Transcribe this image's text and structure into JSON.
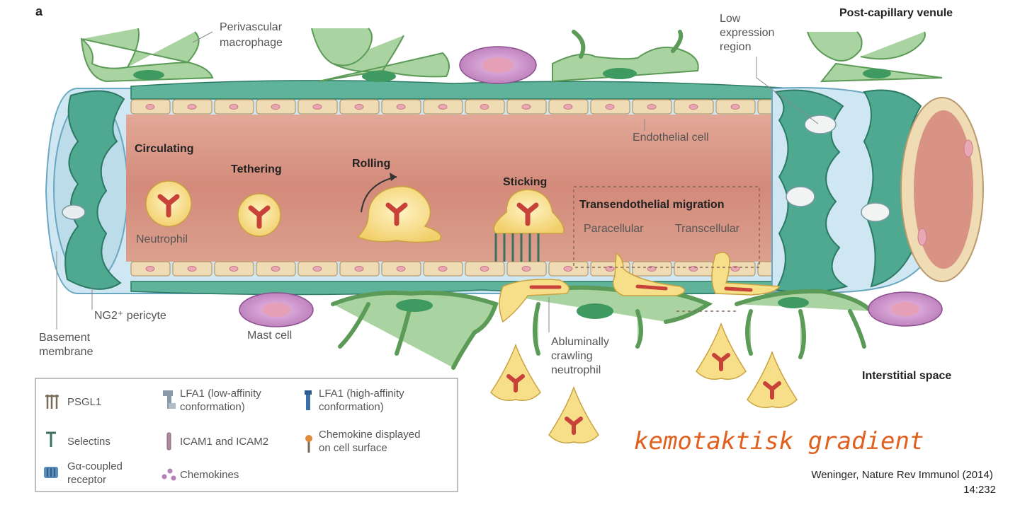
{
  "panel_letter": "a",
  "corner_labels": {
    "top_right": "Post-capillary venule",
    "bottom_right": "Interstitial space"
  },
  "callouts": {
    "perivascular_macrophage": [
      "Perivascular",
      "macrophage"
    ],
    "low_expression_region": [
      "Low",
      "expression",
      "region"
    ],
    "endothelial_cell": "Endothelial cell",
    "neutrophil": "Neutrophil",
    "ng2_pericyte": "NG2⁺ pericyte",
    "basement_membrane": [
      "Basement",
      "membrane"
    ],
    "mast_cell": "Mast cell",
    "abluminally_crawling_neutrophil": [
      "Abluminally",
      "crawling",
      "neutrophil"
    ]
  },
  "stages": {
    "circulating": "Circulating",
    "tethering": "Tethering",
    "rolling": "Rolling",
    "sticking": "Sticking",
    "transendothelial_migration": "Transendothelial migration",
    "paracellular": "Paracellular",
    "transcellular": "Transcellular"
  },
  "legend": {
    "items": [
      {
        "icon": "psgl1-icon",
        "lines": [
          "PSGL1"
        ]
      },
      {
        "icon": "lfa1-low-affinity-icon",
        "lines": [
          "LFA1 (low-affinity",
          "conformation)"
        ]
      },
      {
        "icon": "lfa1-high-affinity-icon",
        "lines": [
          "LFA1 (high-affinity",
          "conformation)"
        ]
      },
      {
        "icon": "selectins-icon",
        "lines": [
          "Selectins"
        ]
      },
      {
        "icon": "icam-icon",
        "lines": [
          "ICAM1 and ICAM2"
        ]
      },
      {
        "icon": "chemokine-surface-icon",
        "lines": [
          "Chemokine displayed",
          "on cell surface"
        ]
      },
      {
        "icon": "g-alpha-receptor-icon",
        "lines": [
          "Gα-coupled",
          "receptor"
        ]
      },
      {
        "icon": "chemokines-icon",
        "lines": [
          "Chemokines"
        ]
      }
    ]
  },
  "handwritten_note": "kemotaktisk gradient",
  "citation": [
    "Weninger, Nature Rev Immunol (2014)",
    "14:232"
  ],
  "colors": {
    "lumen": "#d99384",
    "endothelium": "#efdcb4",
    "pericyte": "#4fa890",
    "macrophage": "#a9d3a0",
    "neutrophil": "#f7df8a",
    "mast_cell": "#c690c8",
    "handwriting": "#e0611f"
  }
}
